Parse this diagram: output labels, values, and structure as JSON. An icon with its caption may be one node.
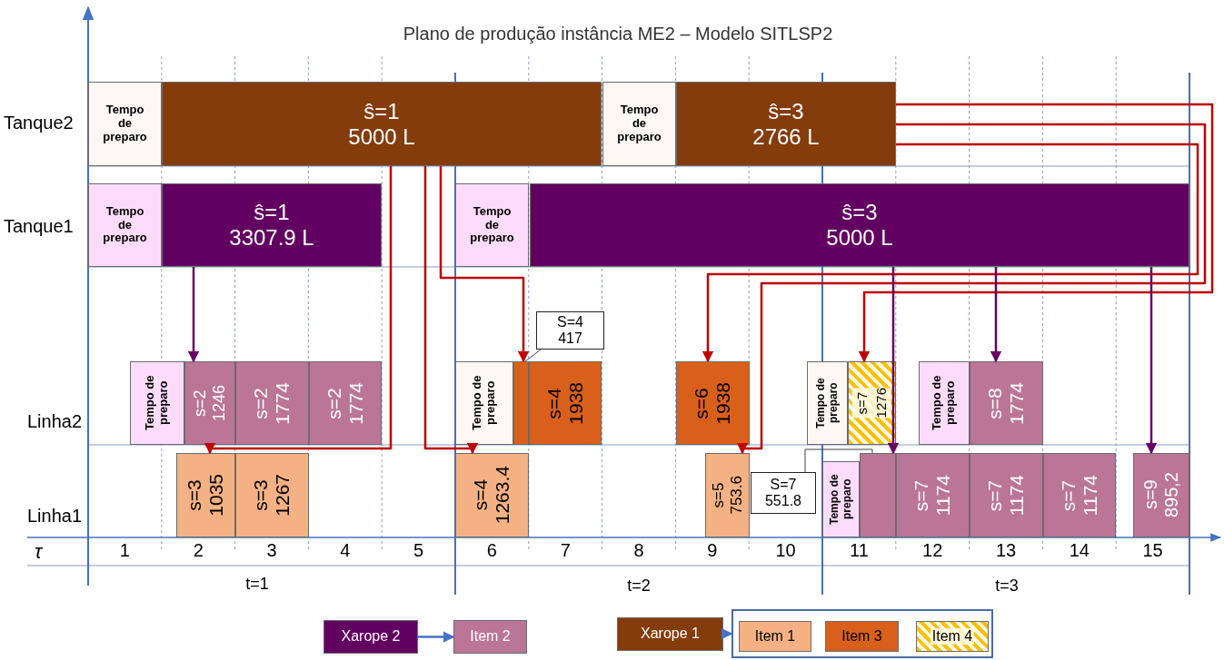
{
  "diagram": {
    "title": "Plano de produção instância ME2 – Modelo SITLSP2",
    "nodes": [
      {
        "text": [
          "Tempo de preparo"
        ]
      },
      {
        "text": [
          "ŝ=1",
          "5000 L"
        ]
      },
      {
        "text": [
          "Tempo de preparo"
        ]
      },
      {
        "text": [
          "ŝ=3",
          "2766 L"
        ]
      },
      {
        "text": [
          "Tempo de preparo"
        ]
      },
      {
        "text": [
          "ŝ=1",
          "3307.9 L"
        ]
      },
      {
        "text": [
          "Tempo de preparo"
        ]
      },
      {
        "text": [
          "ŝ=3",
          "5000 L"
        ]
      },
      {
        "text": [
          "Tempo de preparo"
        ]
      },
      {
        "text": [
          "s=2",
          "1246"
        ]
      },
      {
        "text": [
          "s=2",
          "1774"
        ]
      },
      {
        "text": [
          "s=2",
          "1774"
        ]
      },
      {
        "text": [
          "Tempo de preparo"
        ]
      },
      {
        "text": [],
        "shape": "box"
      },
      {
        "text": [
          "s=4",
          "1938"
        ]
      },
      {
        "text": [
          "S=4",
          "417"
        ]
      },
      {
        "text": [
          "s=6",
          "1938"
        ]
      },
      {
        "text": [
          "Tempo de preparo"
        ]
      },
      {
        "text": [
          "s=7",
          "1276"
        ]
      },
      {
        "text": [
          "Tempo de preparo"
        ]
      },
      {
        "text": [
          "s=8",
          "1774"
        ]
      },
      {
        "text": [
          "s=3",
          "1035"
        ]
      },
      {
        "text": [
          "s=3",
          "1267"
        ]
      },
      {
        "text": [
          "s=4",
          "1263.4"
        ]
      },
      {
        "text": [
          "s=5",
          "753.6"
        ]
      },
      {
        "text": [
          "S=7",
          "551.8"
        ]
      },
      {
        "text": [
          "Tempo de preparo"
        ]
      },
      {
        "text": [],
        "shape": "box"
      },
      {
        "text": [
          "s=7",
          "1174"
        ]
      },
      {
        "text": [
          "s=7",
          "1174"
        ]
      },
      {
        "text": [
          "s=7",
          "1174"
        ]
      },
      {
        "text": [
          "s=9",
          "895,2"
        ]
      },
      {
        "text": [
          "Xarope 2"
        ]
      },
      {
        "text": [
          "Item 2"
        ]
      },
      {
        "text": [
          "Xarope 1"
        ]
      },
      {
        "text": [],
        "shape": "box"
      },
      {
        "text": [
          "Item 1"
        ],
        "in": 35
      },
      {
        "text": [
          "Item 3"
        ],
        "in": 35
      },
      {
        "text": [
          "Item 4"
        ],
        "in": 35
      }
    ],
    "edges": [
      {
        "from": 1,
        "to": 21,
        "arrow": "to"
      },
      {
        "from": 1,
        "to": 23,
        "arrow": "to"
      },
      {
        "from": 1,
        "to": 13,
        "arrow": "to"
      },
      {
        "from": 5,
        "to": 9,
        "arrow": "to",
        "color": "#660066"
      },
      {
        "from": 3,
        "to": 16,
        "arrow": "to"
      },
      {
        "from": 3,
        "to": 24,
        "arrow": "to"
      },
      {
        "from": 3,
        "to": 18,
        "arrow": "to"
      },
      {
        "from": 7,
        "to": 27,
        "arrow": "to",
        "color": "#660066"
      },
      {
        "from": 7,
        "to": 20,
        "arrow": "to",
        "color": "#660066"
      },
      {
        "from": 7,
        "to": 31,
        "arrow": "to",
        "color": "#660066"
      },
      {
        "from": 15,
        "to": 13,
        "arrow": "none",
        "color": "#404040"
      },
      {
        "from": 25,
        "to": 27,
        "arrow": "none",
        "color": "#404040"
      },
      {
        "from": 32,
        "to": 33,
        "arrow": "to",
        "color": "#4472c4"
      },
      {
        "from": 34,
        "to": 35,
        "arrow": "to",
        "color": "#4472c4"
      }
    ],
    "labels": [
      "Tanque2",
      "Tanque1",
      "Linha2",
      "Linha1",
      "τ",
      "1",
      "2",
      "3",
      "4",
      "5",
      "6",
      "7",
      "8",
      "9",
      "10",
      "11",
      "12",
      "13",
      "14",
      "15",
      "t=1",
      "t=2",
      "t=3"
    ]
  }
}
